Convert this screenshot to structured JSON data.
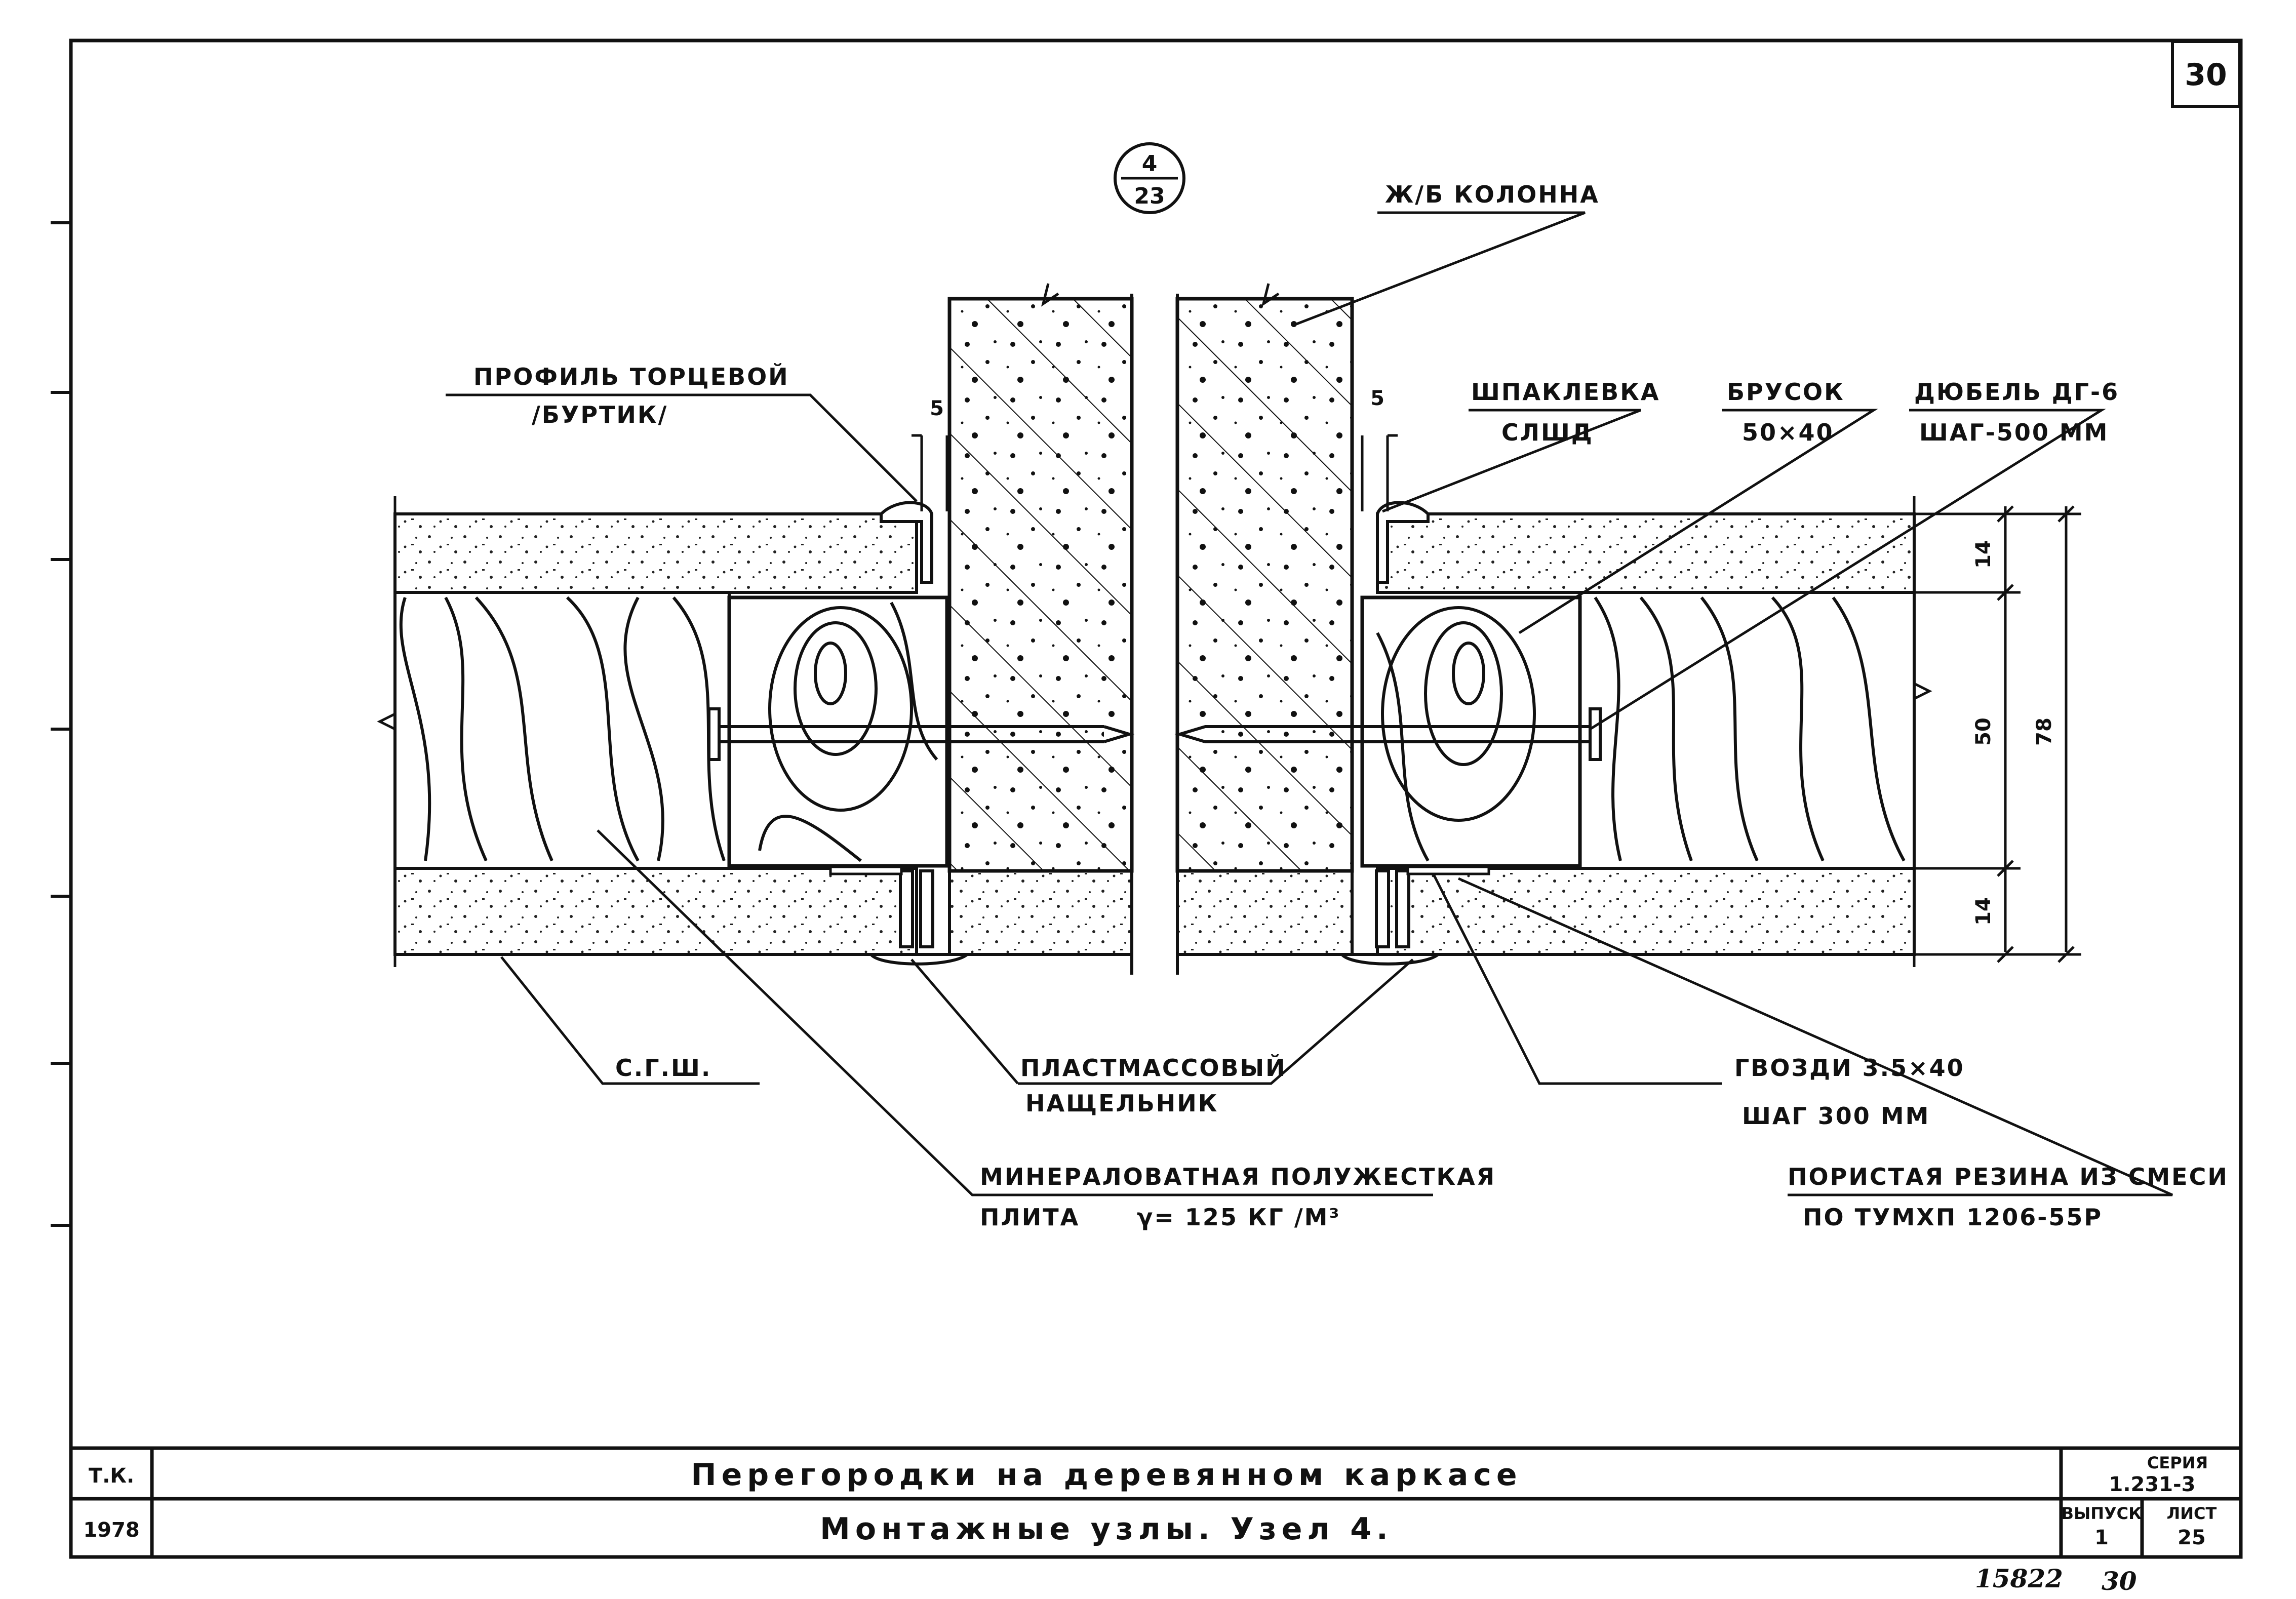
{
  "sheet_number": "30",
  "node_marker": {
    "top": "4",
    "bottom": "23"
  },
  "labels": {
    "column": "Ж/Б КОЛОННА",
    "profile_line1": "ПРОФИЛЬ ТОРЦЕВОЙ",
    "profile_line2": "/БУРТИК/",
    "putty_line1": "ШПАКЛЕВКА",
    "putty_line2": "СЛШД",
    "bar_line1": "БРУСОК",
    "bar_line2": "50×40",
    "dowel_line1": "ДЮБЕЛЬ ДГ-6",
    "dowel_line2": "ШАГ-500 ММ",
    "gypsum": "С.Г.Ш.",
    "batten_line1": "ПЛАСТМАССОВЫЙ",
    "batten_line2": "НАЩЕЛЬНИК",
    "nails_line1": "ГВОЗДИ 3.5×40",
    "nails_line2": "ШАГ 300 ММ",
    "wool_line1": "МИНЕРАЛОВАТНАЯ ПОЛУЖЕСТКАЯ",
    "wool_line2": "ПЛИТА",
    "wool_density": "γ= 125 КГ /М³",
    "rubber_line1": "ПОРИСТАЯ РЕЗИНА ИЗ СМЕСИ",
    "rubber_line2": "ПО ТУМХП 1206-55Р"
  },
  "dimensions": {
    "gap_left": "5",
    "gap_right": "5",
    "top_board": "14",
    "core": "50",
    "bottom_board": "14",
    "total": "78"
  },
  "title_block": {
    "org": "Т.К.",
    "year": "1978",
    "title": "Перегородки на деревянном каркасе",
    "subtitle": "Монтажные узлы. Узел 4.",
    "series_label": "СЕРИЯ",
    "series_value": "1.231-3",
    "issue_label": "ВЫПУСК",
    "issue_value": "1",
    "sheet_label": "ЛИСТ",
    "sheet_value": "25"
  },
  "footer": {
    "inventory": "15822",
    "page": "30"
  }
}
